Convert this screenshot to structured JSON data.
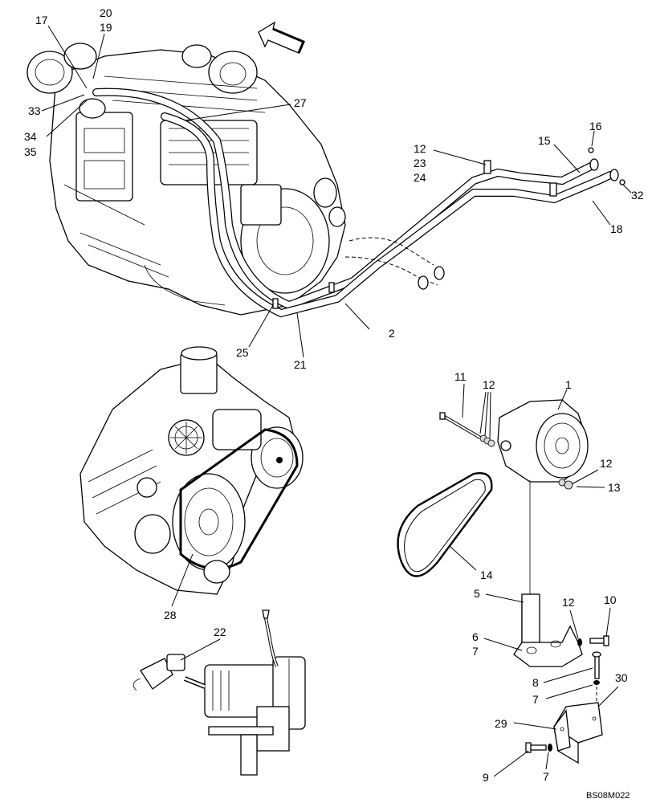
{
  "callouts": {
    "c1": "1",
    "c2": "2",
    "c5": "5",
    "c6": "6",
    "c7a": "7",
    "c7b": "7",
    "c7c": "7",
    "c8": "8",
    "c9": "9",
    "c10": "10",
    "c11": "11",
    "c12a": "12",
    "c12b": "12",
    "c12c": "12",
    "c12d": "12",
    "c13": "13",
    "c14": "14",
    "c15": "15",
    "c16": "16",
    "c17": "17",
    "c18": "18",
    "c19": "19",
    "c20": "20",
    "c21": "21",
    "c22": "22",
    "c23": "23",
    "c24": "24",
    "c25": "25",
    "c27": "27",
    "c28": "28",
    "c29": "29",
    "c30": "30",
    "c32": "32",
    "c33": "33",
    "c34": "34",
    "c35": "35"
  },
  "reference_code": "BS08M022"
}
